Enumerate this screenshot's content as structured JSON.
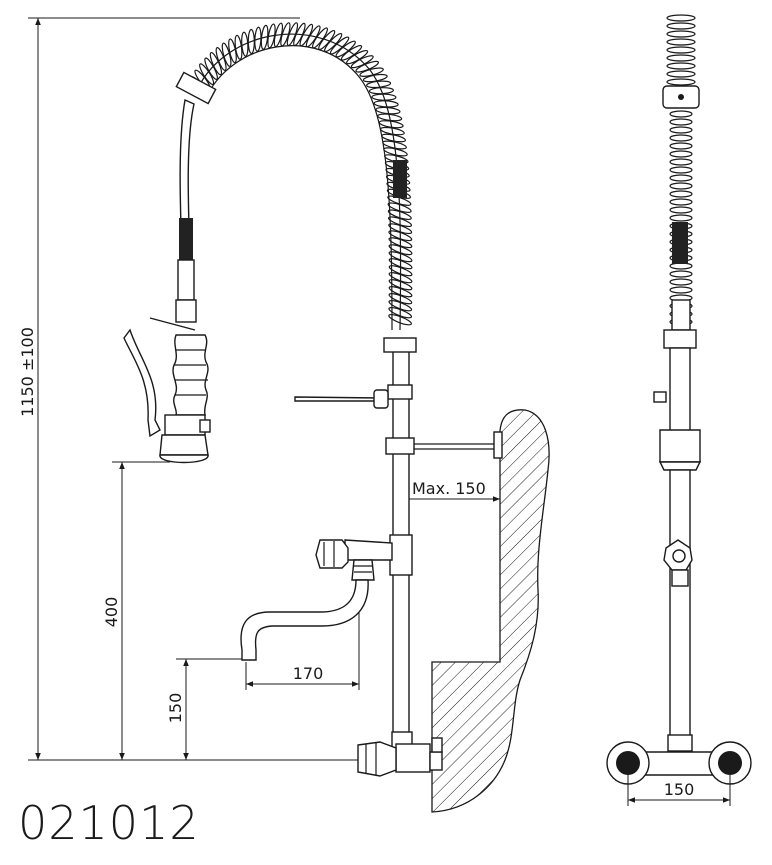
{
  "product_code": "021012",
  "dimensions": {
    "total_height": "1150 ±100",
    "spout_height": "400",
    "outlet_height": "150",
    "spout_reach": "170",
    "wall_distance": "Max. 150",
    "inlet_spacing": "150"
  },
  "colors": {
    "line": "#1a1a1a",
    "dark_grip": "#222222"
  }
}
